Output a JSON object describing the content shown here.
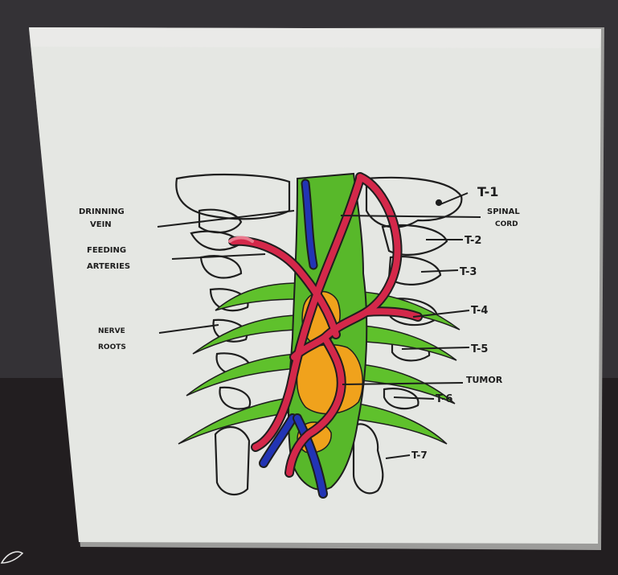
{
  "labels": {
    "draining_vein": [
      "DRINNING",
      "VEIN"
    ],
    "feeding_arteries": [
      "FEEDING",
      "ARTERIES"
    ],
    "nerve_roots": [
      "NERVE",
      "ROOTS"
    ],
    "t1": "T-1",
    "spinal_cord": [
      "SPINAL",
      "CORD"
    ],
    "t2": "T-2",
    "t3": "T-3",
    "t4": "T-4",
    "t5": "T-5",
    "tumor": "TUMOR",
    "t6": "T-6",
    "t7": "T-7"
  },
  "colors": {
    "background_wall": "#2f2d31",
    "table": "#231f20",
    "canvas": "#e6e8e4",
    "spinal_cord": "#58b82a",
    "nerve_roots": "#5fc12c",
    "tumor": "#f0a21c",
    "artery": "#d4284a",
    "vein": "#2234b4",
    "ink": "#1e1e1e"
  }
}
